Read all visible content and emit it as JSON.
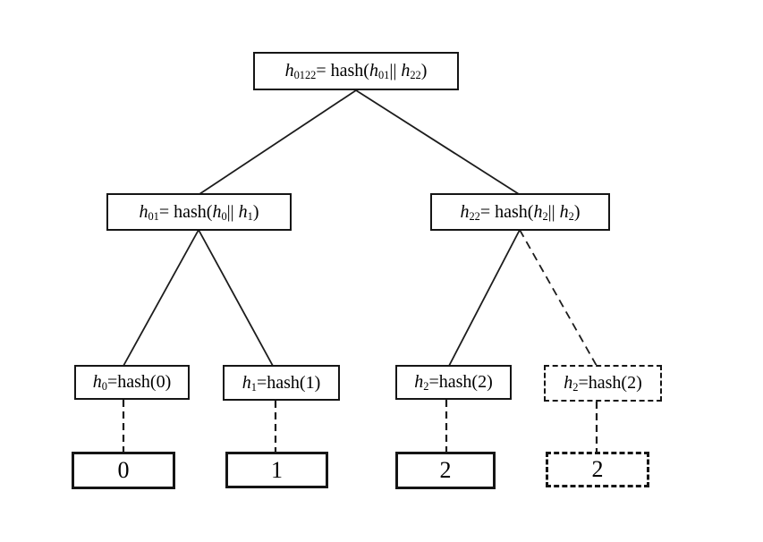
{
  "colors": {
    "line": "#1c1c1c",
    "border": "#151515",
    "bg": "#ffffff",
    "text": "#000000"
  },
  "tree": {
    "root": {
      "h": "h",
      "hsub": "0122",
      "eq": "= hash(",
      "p1": "h",
      "p1sub": "01",
      "sep": "|| ",
      "p2": "h",
      "p2sub": "22",
      "close": ")"
    },
    "left": {
      "h": "h",
      "hsub": "01",
      "eq": "= hash(",
      "p1": "h",
      "p1sub": "0",
      "sep": "|| ",
      "p2": "h",
      "p2sub": "1",
      "close": ")"
    },
    "right": {
      "h": "h",
      "hsub": "22",
      "eq": "= hash(",
      "p1": "h",
      "p1sub": "2",
      "sep": "|| ",
      "p2": "h",
      "p2sub": "2",
      "close": ")"
    },
    "leaf0": {
      "h": "h",
      "hsub": "0",
      "rest": "=hash(0)"
    },
    "leaf1": {
      "h": "h",
      "hsub": "1",
      "rest": "=hash(1)"
    },
    "leaf2": {
      "h": "h",
      "hsub": "2",
      "rest": "=hash(2)"
    },
    "leaf2_dup": {
      "h": "h",
      "hsub": "2",
      "rest": "=hash(2)"
    },
    "block0": "0",
    "block1": "1",
    "block2": "2",
    "block2_dup": "2"
  }
}
